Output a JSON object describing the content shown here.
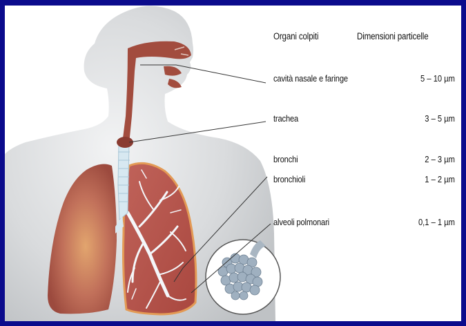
{
  "header": {
    "organs_label": "Organi colpiti",
    "size_label": "Dimensioni particelle"
  },
  "rows": [
    {
      "organ": "cavità nasale e faringe",
      "size": "5 – 10 µm"
    },
    {
      "organ": "trachea",
      "size": "3 – 5 µm"
    },
    {
      "organ": "bronchi",
      "size": "2 – 3 µm"
    },
    {
      "organ": "bronchioli",
      "size": "1 – 2 µm"
    },
    {
      "organ": "alveoli polmonari",
      "size": "0,1 – 1 µm"
    }
  ],
  "colors": {
    "border": "#0b0b8c",
    "body": "#d4d6d9",
    "airway": "#9e4a3a",
    "lung": "#b85a4e",
    "trachea": "#cfe3ef"
  }
}
